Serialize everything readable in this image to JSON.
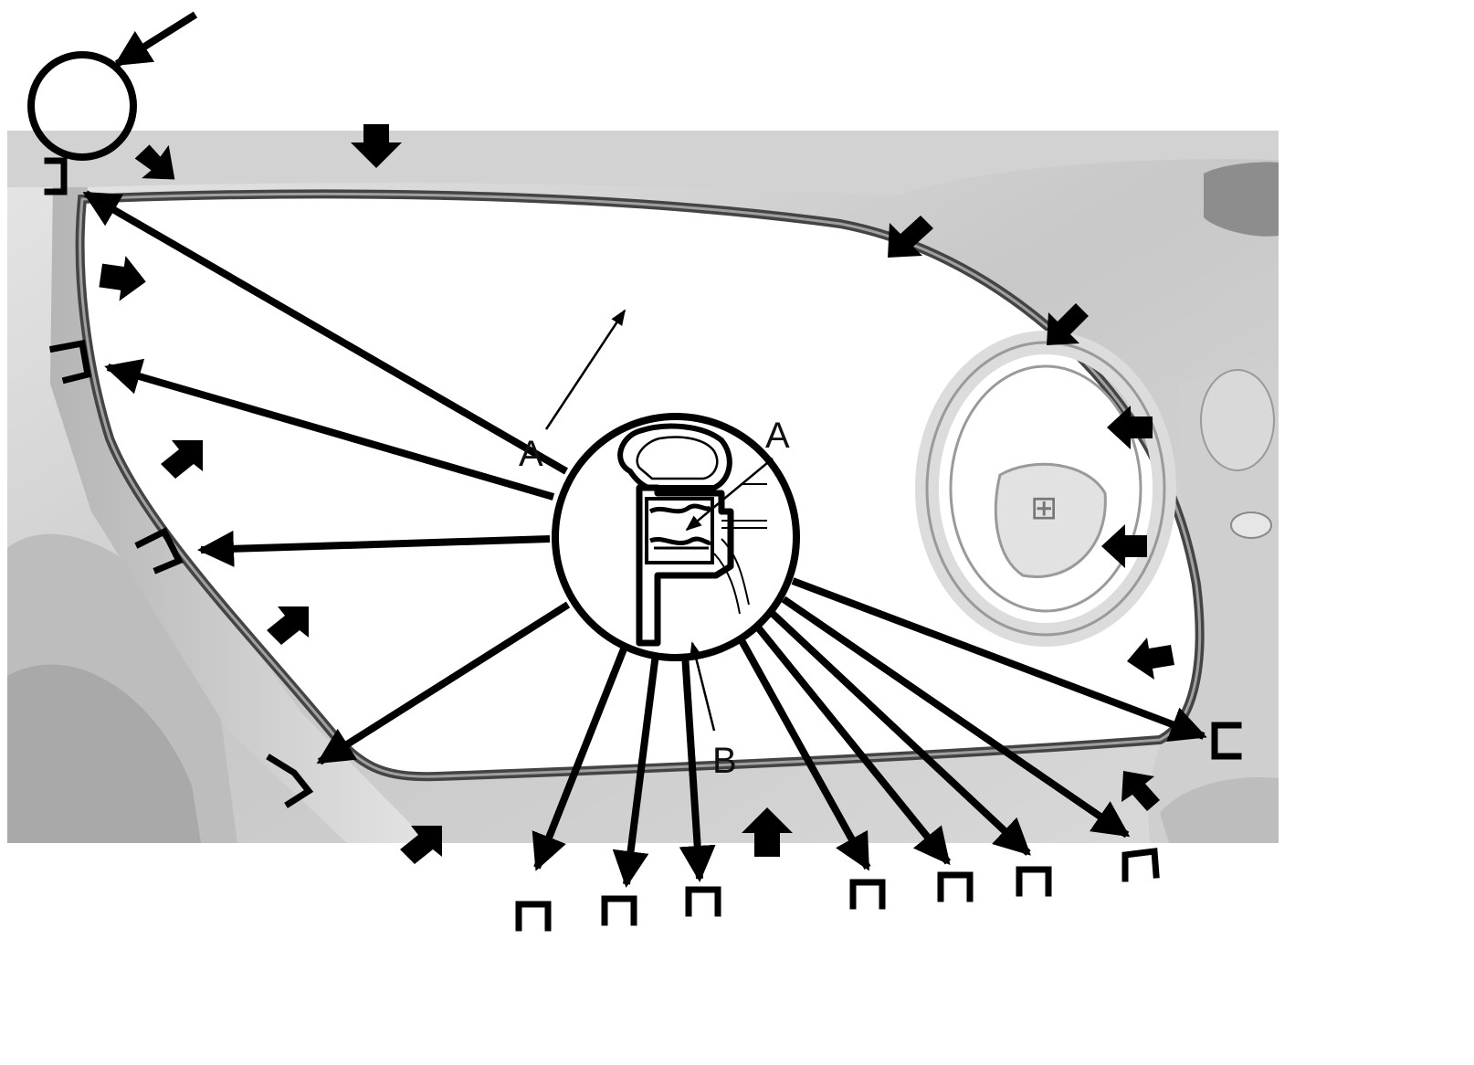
{
  "callouts": {
    "a_outer": "A",
    "a_inner": "A",
    "b": "B"
  },
  "colors": {
    "ink": "#000000",
    "body_light": "#dcdcdc",
    "body_mid": "#bdbdbd",
    "body_dark": "#8a8a8a",
    "glass": "#ffffff"
  },
  "icons": {
    "clip_marker": "clip-bracket-icon",
    "press_arrow": "press-arrow-icon",
    "detail_circle": "section-detail-circle"
  }
}
